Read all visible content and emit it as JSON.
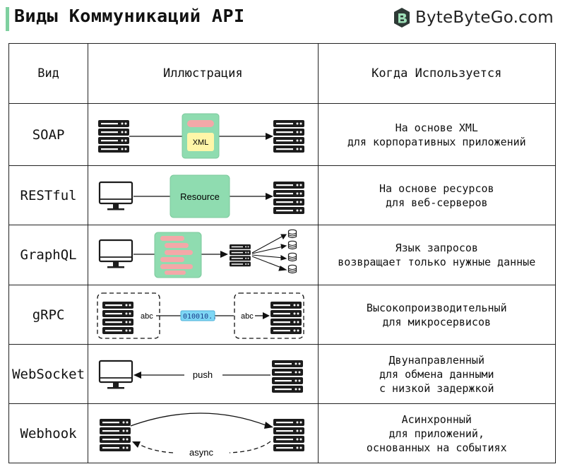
{
  "header": {
    "title": "Виды Коммуникаций API",
    "brand": "ByteByteGo.com",
    "accent_color": "#7fd0a0"
  },
  "table": {
    "columns": [
      "Вид",
      "Иллюстрация",
      "Когда Используется"
    ],
    "rows": [
      {
        "type": "SOAP",
        "illustration": {
          "box_label": "XML"
        },
        "when": [
          "На основе XML",
          "для корпоративных приложений"
        ]
      },
      {
        "type": "RESTful",
        "illustration": {
          "box_label": "Resource"
        },
        "when": [
          "На основе ресурсов",
          "для веб-серверов"
        ]
      },
      {
        "type": "GraphQL",
        "illustration": {},
        "when": [
          "Язык запросов",
          "возвращает только нужные данные"
        ]
      },
      {
        "type": "gRPC",
        "illustration": {
          "left_label": "abc",
          "payload": "010010..",
          "right_label": "abc"
        },
        "when": [
          "Высокопроизводительный",
          "для микросервисов"
        ]
      },
      {
        "type": "WebSocket",
        "illustration": {
          "arrow_label": "push"
        },
        "when": [
          "Двунаправленный",
          "для обмена данными",
          "с низкой задержкой"
        ]
      },
      {
        "type": "Webhook",
        "illustration": {
          "arrow_label": "async"
        },
        "when": [
          "Асинхронный",
          "для приложений,",
          "основанных на событиях"
        ]
      }
    ]
  },
  "colors": {
    "green_box": "#8fdcb0",
    "pink_bar": "#f4a8a8",
    "yellow_box": "#fff6a8",
    "payload_fill": "#7ed7f5"
  },
  "icons": [
    "server-icon",
    "monitor-icon",
    "database-icon",
    "bytebytego-logo-icon"
  ]
}
